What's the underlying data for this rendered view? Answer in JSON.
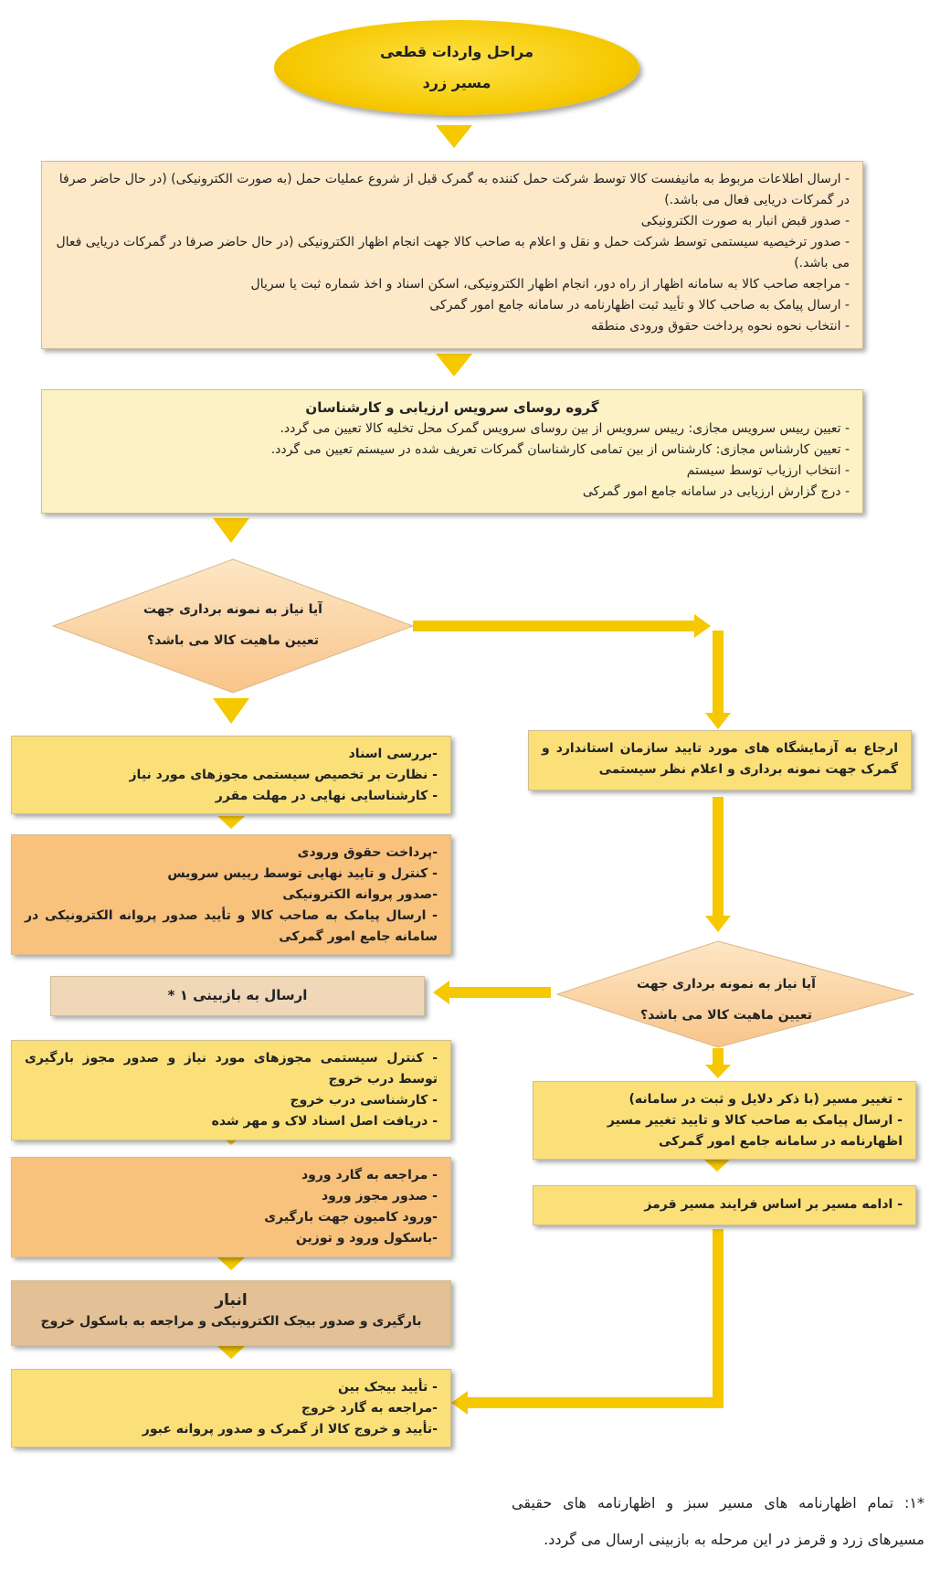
{
  "title": {
    "line1": "مراحل واردات قطعی",
    "line2": "مسیر زرد"
  },
  "box1": {
    "lines": [
      "- ارسال اطلاعات مربوط به مانیفست کالا توسط شرکت حمل کننده به گمرک قبل از شروع عملیات حمل (به صورت الکترونیکی) (در حال حاضر صرفا در گمرکات دریایی فعال می باشد.)",
      "- صدور قبض انبار به صورت الکترونیکی",
      "- صدور ترخیصیه سیستمی توسط شرکت حمل و نقل و اعلام به صاحب کالا جهت انجام اظهار الکترونیکی (در حال حاضر صرفا در گمرکات دریایی فعال می باشد.)",
      "- مراجعه صاحب کالا به سامانه اظهار از راه دور، انجام اظهار الکترونیکی، اسکن اسناد و اخذ شماره ثبت یا سریال",
      "- ارسال پیامک به صاحب کالا و تأیید ثبت اظهارنامه در سامانه جامع امور گمرکی",
      "- انتخاب نحوه نحوه پرداخت حقوق ورودی منطقه"
    ]
  },
  "box2": {
    "title": "گروه روسای سرویس ارزیابی و کارشناسان",
    "lines": [
      "- تعیین رییس سرویس مجازی: رییس سرویس از بین روسای سرویس گمرک محل تخلیه کالا تعیین می گردد.",
      "- تعیین کارشناس مجازی: کارشناس از بین تمامی کارشناسان گمرکات تعریف شده در سیستم تعیین می گردد.",
      "- انتخاب ارزیاب توسط سیستم",
      "- درج گزارش ارزیابی در سامانه جامع امور گمرکی"
    ]
  },
  "decision1": {
    "line1": "آیا نیاز به نمونه برداری جهت",
    "line2": "تعیین ماهیت کالا می باشد؟"
  },
  "decision2": {
    "line1": "آیا نیاز به نمونه برداری جهت",
    "line2": "تعیین ماهیت کالا می باشد؟"
  },
  "lab_box": {
    "lines": [
      "ارجاع به آزمایشگاه های مورد تایید سازمان استاندارد و گمرک جهت نمونه برداری و اعلام نظر سیستمی"
    ]
  },
  "review_box": {
    "lines": [
      "-بررسی اسناد",
      "- نظارت بر تخصیص سیستمی مجوزهای مورد نیاز",
      "- کارشناسایی نهایی در مهلت مقرر"
    ]
  },
  "payment_box": {
    "lines": [
      "-پرداخت حقوق ورودی",
      "- کنترل و تایید نهایی توسط رییس سرویس",
      "-صدور پروانه الکترونیکی",
      "- ارسال پیامک به صاحب کالا و تأیید صدور پروانه الکترونیکی در سامانه جامع امور گمرکی"
    ]
  },
  "inspection_box": {
    "label": "ارسال به بازبینی ۱ *"
  },
  "exit_control_box": {
    "lines": [
      "- کنترل سیستمی مجوزهای مورد نیاز و صدور مجوز بارگیری توسط درب خروج",
      "- کارشناسی درب خروج",
      "- دریافت اصل اسناد لاک و مهر شده"
    ]
  },
  "guard_box": {
    "lines": [
      "- مراجعه به گارد ورود",
      "- صدور مجوز ورود",
      "-ورود کامیون جهت بارگیری",
      "-باسکول ورود و توزین"
    ]
  },
  "warehouse_box": {
    "title": "انبار",
    "line": "بارگیری و صدور بیجک الکترونیکی و مراجعه به باسکول خروج"
  },
  "final_box": {
    "lines": [
      "- تأیید بیجک بین",
      "-مراجعه به گارد خروج",
      "-تأیید و خروج کالا از گمرک و صدور پروانه عبور"
    ]
  },
  "route_change_box": {
    "lines": [
      "- تغییر مسیر (با ذکر دلایل و ثبت در سامانه)",
      "- ارسال پیامک به صاحب کالا و تایید تغییر مسیر اظهارنامه در سامانه جامع امور گمرکی"
    ]
  },
  "red_route_box": {
    "lines": [
      "- ادامه مسیر بر اساس فرایند مسیر قرمز"
    ]
  },
  "footnote": "*۱: تمام اظهارنامه های مسیر سبز و اظهارنامه های حقیقی مسیرهای زرد و قرمز در این مرحله به بازبینی ارسال می گردد.",
  "colors": {
    "box_light": "#fde8c8",
    "box_cream": "#fdf1c6",
    "box_yellow": "#fbe07a",
    "box_orange": "#f8c27c",
    "box_tan": "#efd7b8",
    "box_brown": "#e3c095",
    "arrow": "#f5c800",
    "diamond": "#fdd5a6"
  }
}
